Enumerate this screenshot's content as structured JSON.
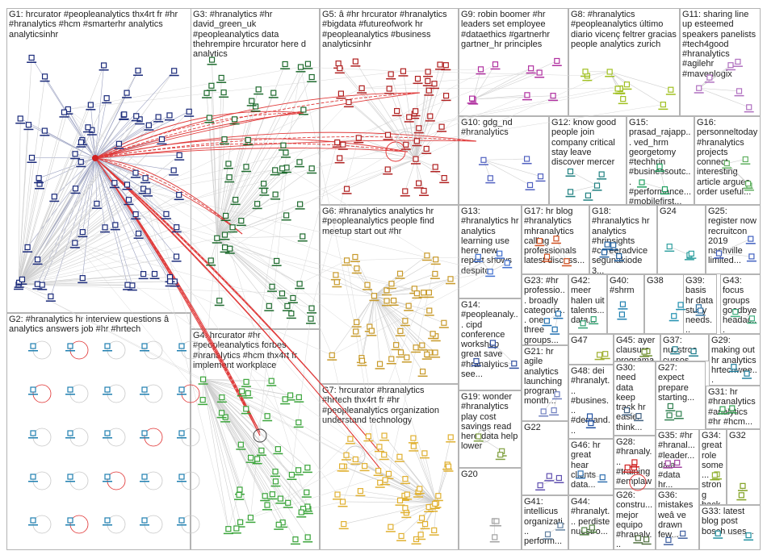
{
  "groups": [
    {
      "id": "G1",
      "label": "G1: hrcurator #peopleanalytics thx4rt fr #hr #hranalytics #hcm #smarterhr analytics analyticsinhr",
      "color": "#1a2a7a"
    },
    {
      "id": "G2",
      "label": "G2: #hranalytics hr interview questions â analytics answers job #hr #hrtech",
      "color": "#1f7fb0"
    },
    {
      "id": "G3",
      "label": "G3: #hranalytics #hr david_green_uk #peopleanalytics data thehrempire hrcurator here d analytics",
      "color": "#1e6b2e"
    },
    {
      "id": "G4",
      "label": "G4: hrcurator #hr #peopleanalytics forbes #hranalytics #hcm thx4rt fr implement workplace",
      "color": "#3aa43a"
    },
    {
      "id": "G5",
      "label": "G5: â #hr hrcurator #hranalytics #bigdata #futureofwork hr #peopleanalytics #business analyticsinhr",
      "color": "#b02020"
    },
    {
      "id": "G6",
      "label": "G6: #hranalytics analytics hr #peopleanalytics people find meetup start out #hr",
      "color": "#c89a2a"
    },
    {
      "id": "G7",
      "label": "G7: hrcurator #hranalytics #hrtech thx4rt fr #hr #peopleanalytics organization understand technology",
      "color": "#e0b030"
    },
    {
      "id": "G8",
      "label": "G8: #hranalytics #peopleanalytics último diario vicenç feltrer gracias people analytics zurich",
      "color": "#a0c020"
    },
    {
      "id": "G9",
      "label": "G9: robin boomer #hr leaders set employee #dataethics #gartnerhr gartner_hr principles",
      "color": "#b030a0"
    },
    {
      "id": "G10",
      "label": "G10: gdg_nd #hranalytics",
      "color": "#5060c0"
    },
    {
      "id": "G11",
      "label": "G11: sharing line up esteemed speakers panelists #tech4good #hranalytics #agilehr #mavenlogix",
      "color": "#b070c0"
    },
    {
      "id": "G12",
      "label": "G12: know good people join company critical stay leave discover mercer",
      "color": "#208080"
    },
    {
      "id": "G13",
      "label": "G13: #hranalytics hr analytics learning use here new report shows despite",
      "color": "#4070d0"
    },
    {
      "id": "G14",
      "label": "G14: #peopleanaly... cipd conference workshop great save #hranalytics see...",
      "color": "#3050a0"
    },
    {
      "id": "G15",
      "label": "G15: prasad_rajapp... ved_hrm georgetomy #techhrin #businessoutc... #performance... #mobilefirst...",
      "color": "#20a060"
    },
    {
      "id": "G16",
      "label": "G16: personneltoday #hranalytics projects connect interesting article argues order useful...",
      "color": "#60b060"
    },
    {
      "id": "G17",
      "label": "G17: hr blog #hranalytics mhranalytics calling professionals latest discuss...",
      "color": "#d05020"
    },
    {
      "id": "G18",
      "label": "G18: #hranalytics hr analytics #hrinsights #careeradvice segunakiode 3...",
      "color": "#2060a0"
    },
    {
      "id": "G19",
      "label": "G19: wonder #hranalytics play cost savings read here data help lower",
      "color": "#80a040"
    },
    {
      "id": "G20",
      "label": "G20",
      "color": "#a0a0a0"
    },
    {
      "id": "G21",
      "label": "G21: hr agile analytics launching program month...",
      "color": "#7080c0"
    },
    {
      "id": "G22",
      "label": "G22",
      "color": "#6050b0"
    },
    {
      "id": "G23",
      "label": "G23: #hr professio... broadly categoriz... one three groups...",
      "color": "#2070b0"
    },
    {
      "id": "G24",
      "label": "G24",
      "color": "#30a0a0"
    },
    {
      "id": "G25",
      "label": "G25: register now recruitcon 2019 nashville limited...",
      "color": "#4060c0"
    },
    {
      "id": "G26",
      "label": "G26: constru... mejor equipo #hranaly...",
      "color": "#507040"
    },
    {
      "id": "G27",
      "label": "G27: expect prepare starting...",
      "color": "#308050"
    },
    {
      "id": "G28",
      "label": "G28: #hranaly... #training #emplaw...",
      "color": "#d02020"
    },
    {
      "id": "G29",
      "label": "G29: making out hr analytics hrtechwee...",
      "color": "#2080a0"
    },
    {
      "id": "G30",
      "label": "G30: need data keep track hr easier think...",
      "color": "#406080"
    },
    {
      "id": "G31",
      "label": "G31: hr #hranalytics #analytics #hr #hcm...",
      "color": "#30a050"
    },
    {
      "id": "G32",
      "label": "G32",
      "color": "#80a020"
    },
    {
      "id": "G33",
      "label": "G33: latest blog post bosch uses...",
      "color": "#2090a0"
    },
    {
      "id": "G34",
      "label": "G34: great role some... strong back... #peo...",
      "color": "#90b030"
    },
    {
      "id": "G35",
      "label": "G35: #hr #hranal... #leader... data #data hr...",
      "color": "#a040a0"
    },
    {
      "id": "G36",
      "label": "G36: mistakes weâ ve drawn few...",
      "color": "#4060a0"
    },
    {
      "id": "G37",
      "label": "G37: nuestros cursos #metodol...",
      "color": "#208090"
    },
    {
      "id": "G38",
      "label": "G38",
      "color": "#2090b0"
    },
    {
      "id": "G39",
      "label": "G39: basis hr data study needs...",
      "color": "#3070a0"
    },
    {
      "id": "G40",
      "label": "G40: #shrm",
      "color": "#2080b0"
    },
    {
      "id": "G41",
      "label": "G41: intellicus organizati... perform...",
      "color": "#6080a0"
    },
    {
      "id": "G42",
      "label": "G42: meer halen uit talents... data...",
      "color": "#30a070"
    },
    {
      "id": "G43",
      "label": "G43: focus groups goodbye headac...",
      "color": "#40b080"
    },
    {
      "id": "G44",
      "label": "G44: #hranalyt... perdiste nuestro...",
      "color": "#508040"
    },
    {
      "id": "G45",
      "label": "G45: ayer clausura programa intensivo...",
      "color": "#709030"
    },
    {
      "id": "G46",
      "label": "G46: hr great hear clients data...",
      "color": "#3070b0"
    },
    {
      "id": "G47",
      "label": "G47",
      "color": "#a0b030"
    },
    {
      "id": "G48",
      "label": "G48: dei #hranalyt... #busines... #demand...",
      "color": "#2050a0"
    }
  ]
}
